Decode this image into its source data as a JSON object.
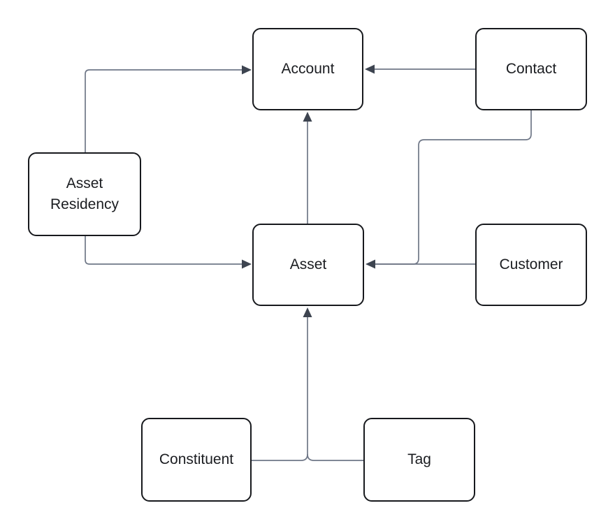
{
  "diagram": {
    "nodes": [
      {
        "id": "account",
        "label": "Account"
      },
      {
        "id": "contact",
        "label": "Contact"
      },
      {
        "id": "asset-residency",
        "label": "Asset Residency"
      },
      {
        "id": "asset",
        "label": "Asset"
      },
      {
        "id": "customer",
        "label": "Customer"
      },
      {
        "id": "constituent",
        "label": "Constituent"
      },
      {
        "id": "tag",
        "label": "Tag"
      }
    ],
    "edges": [
      {
        "from": "Asset Residency",
        "to": "Account"
      },
      {
        "from": "Asset Residency",
        "to": "Asset"
      },
      {
        "from": "Contact",
        "to": "Account"
      },
      {
        "from": "Contact",
        "to": "Asset"
      },
      {
        "from": "Customer",
        "to": "Asset"
      },
      {
        "from": "Asset",
        "to": "Account"
      },
      {
        "from": "Constituent",
        "to": "Asset"
      },
      {
        "from": "Tag",
        "to": "Asset"
      }
    ],
    "colors": {
      "background": "#ffffff",
      "node_border": "#17191d",
      "node_fill": "#ffffff",
      "label_text": "#1b1d21",
      "connector": "#6f7787",
      "arrowhead": "#3d4450"
    }
  }
}
